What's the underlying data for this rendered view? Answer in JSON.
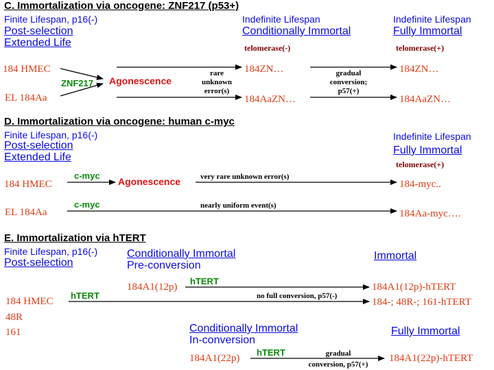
{
  "sectionC": {
    "header": "C. Immortalization via oncogene:  ZNF217 (p53+)",
    "col1": [
      "Finite Lifespan, p16(-)",
      "Post-selection",
      "Extended Life"
    ],
    "col2": [
      "Indefinite Lifespan",
      "Conditionally Immortal"
    ],
    "col3": [
      "Indefinite Lifespan",
      "Fully Immortal"
    ],
    "tel_neg": "telomerase(-)",
    "tel_pos": "telomerase(+)",
    "cell1": "184 HMEC",
    "cell2": "EL 184Aa",
    "oncogene": "ZNF217",
    "agonescence": "Agonescence",
    "note1": [
      "rare",
      "unknown",
      "error(s)"
    ],
    "note2": [
      "gradual",
      "conversion;",
      "p57(+)"
    ],
    "mid1": "184ZN…",
    "mid2": "184AaZN…",
    "end1": "184ZN…",
    "end2": "184AaZN…"
  },
  "sectionD": {
    "header": "D. Immortalization via oncogene:  human c-myc",
    "col1": [
      "Finite Lifespan, p16(-)",
      "Post-selection",
      "Extended Life"
    ],
    "col3": [
      "Indefinite Lifespan",
      "Fully Immortal"
    ],
    "tel_pos": "telomerase(+)",
    "cell1": "184 HMEC",
    "cell2": "EL 184Aa",
    "oncogene1": "c-myc",
    "oncogene2": "c-myc",
    "agonescence": "Agonescence",
    "note1": "very rare unknown error(s)",
    "note2": "nearly uniform event(s)",
    "end1": "184-myc..",
    "end2": "184Aa-myc…."
  },
  "sectionE": {
    "header": "E. Immortalization via hTERT",
    "col1": [
      "Finite Lifespan, p16(-)",
      "Post-selection"
    ],
    "cond1": "Conditionally Immortal",
    "pre": "Pre-conversion",
    "immortal": "Immortal",
    "cells": [
      "184 HMEC",
      "48R",
      "161"
    ],
    "htert1": "hTERT",
    "htert2": "hTERT",
    "htert3": "hTERT",
    "a12": "184A1(12p)",
    "a12h": "184A1(12p)-hTERT",
    "nofull": "no full conversion, p57(-)",
    "others": "184-; 48R-; 161-hTERT",
    "cond2": "Conditionally Immortal",
    "inconv": "In-conversion",
    "fully": "Fully Immortal",
    "a22": "184A1(22p)",
    "gradual": [
      "gradual",
      "conversion, p57(+)"
    ],
    "a22h": "184A1(22p)-hTERT"
  }
}
